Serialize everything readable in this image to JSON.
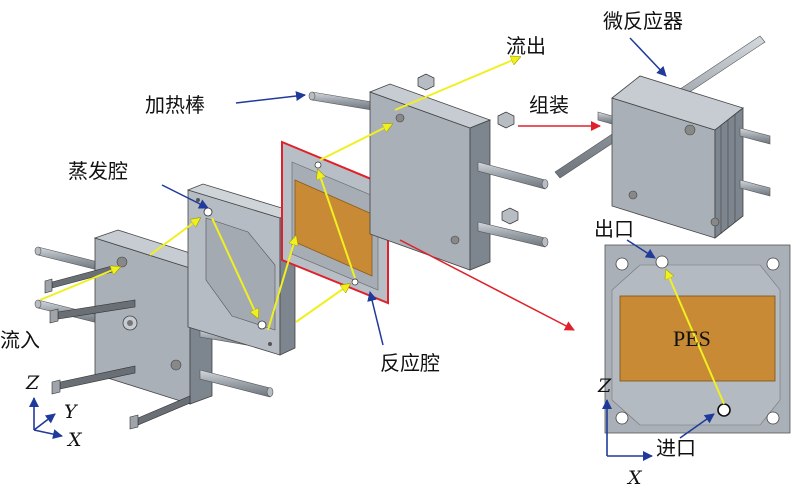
{
  "labels": {
    "heating_rod": "加热棒",
    "evaporation_chamber": "蒸发腔",
    "inflow": "流入",
    "outflow": "流出",
    "reaction_chamber": "反应腔",
    "assembly": "组装",
    "microreactor": "微反应器",
    "outlet": "出口",
    "inlet": "进口",
    "membrane": "PES"
  },
  "axes": {
    "left": {
      "z": "Z",
      "y": "Y",
      "x": "X"
    },
    "right": {
      "z": "Z",
      "x": "X"
    }
  },
  "colors": {
    "plate": "#a9b0b8",
    "plate_dark": "#7d858e",
    "plate_light": "#c6ccd2",
    "membrane": "#c88a34",
    "gasket_border": "#e0202a",
    "flow": "#f0f020",
    "arrow_blue": "#1f3a9a",
    "arrow_red": "#e0202a"
  }
}
